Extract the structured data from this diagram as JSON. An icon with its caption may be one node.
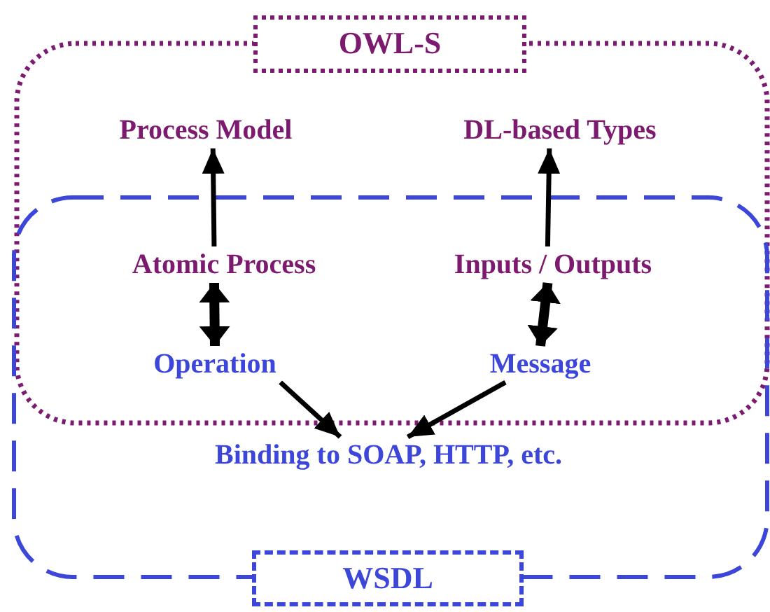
{
  "diagram": {
    "nodes": [
      {
        "text": [
          "OWL-S"
        ]
      },
      {
        "text": [
          "WSDL"
        ]
      },
      {
        "text": [
          "Process Model"
        ],
        "in": 0
      },
      {
        "text": [
          "DL-based Types"
        ],
        "in": 0
      },
      {
        "text": [
          "Atomic Process"
        ]
      },
      {
        "text": [
          "Inputs / Outputs"
        ]
      },
      {
        "text": [
          "Operation"
        ]
      },
      {
        "text": [
          "Message"
        ]
      },
      {
        "text": [
          "Binding to SOAP, HTTP, etc."
        ],
        "in": 1
      }
    ],
    "edges": [
      {
        "from": 4,
        "to": 2,
        "arrow": "to"
      },
      {
        "from": 5,
        "to": 3,
        "arrow": "to"
      },
      {
        "from": 4,
        "to": 6,
        "arrow": "both",
        "style": "thick"
      },
      {
        "from": 5,
        "to": 7,
        "arrow": "both",
        "style": "thick"
      },
      {
        "from": 6,
        "to": 8,
        "arrow": "to"
      },
      {
        "from": 7,
        "to": 8,
        "arrow": "to"
      }
    ]
  }
}
